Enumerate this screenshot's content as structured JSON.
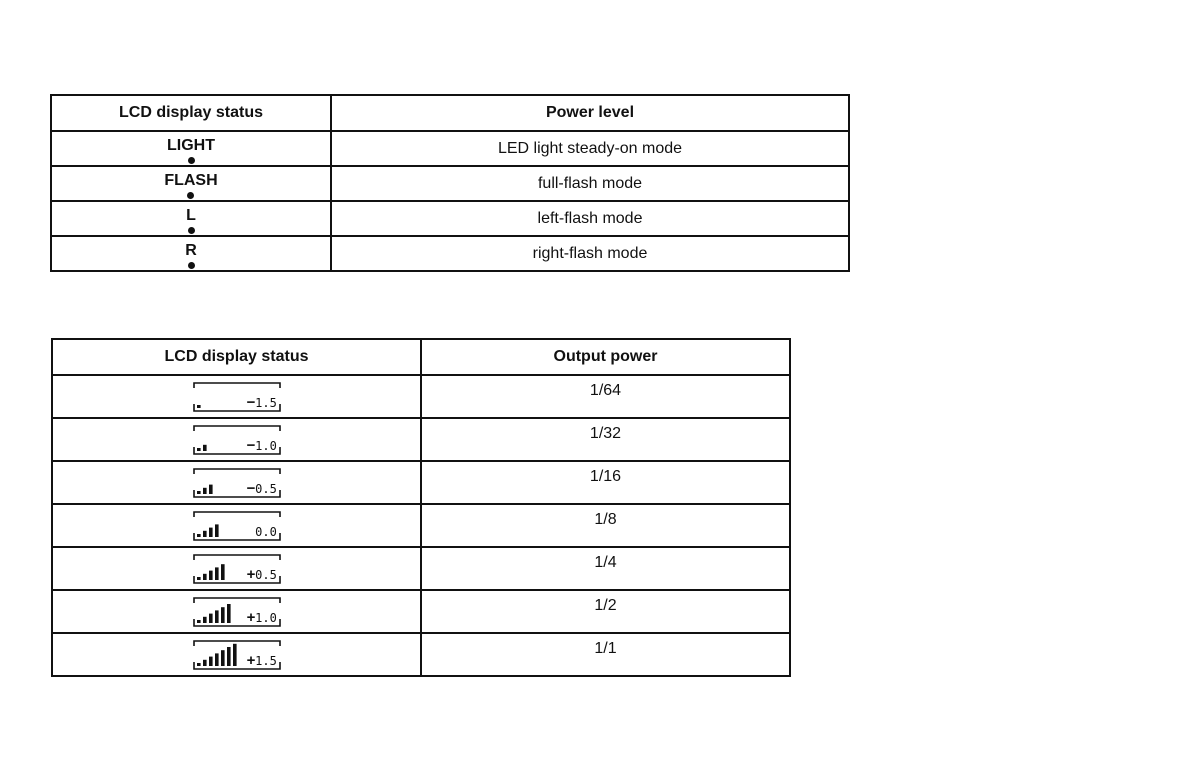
{
  "mode_table": {
    "headers": [
      "LCD display status",
      "Power level"
    ],
    "rows": [
      {
        "indicator": "LIGHT",
        "description": "LED light steady-on mode"
      },
      {
        "indicator": "FLASH",
        "description": "full-flash mode"
      },
      {
        "indicator": "L",
        "description": "left-flash mode"
      },
      {
        "indicator": "R",
        "description": "right-flash mode"
      }
    ]
  },
  "power_table": {
    "headers": [
      "LCD display status",
      "Output power"
    ],
    "rows": [
      {
        "bars": 1,
        "sign": "−",
        "ev": "1.5",
        "output": "1/64"
      },
      {
        "bars": 2,
        "sign": "−",
        "ev": "1.0",
        "output": "1/32"
      },
      {
        "bars": 3,
        "sign": "−",
        "ev": "0.5",
        "output": "1/16"
      },
      {
        "bars": 4,
        "sign": "",
        "ev": "0.0",
        "output": "1/8"
      },
      {
        "bars": 5,
        "sign": "+",
        "ev": "0.5",
        "output": "1/4"
      },
      {
        "bars": 6,
        "sign": "+",
        "ev": "1.0",
        "output": "1/2"
      },
      {
        "bars": 7,
        "sign": "+",
        "ev": "1.5",
        "output": "1/1"
      }
    ]
  }
}
